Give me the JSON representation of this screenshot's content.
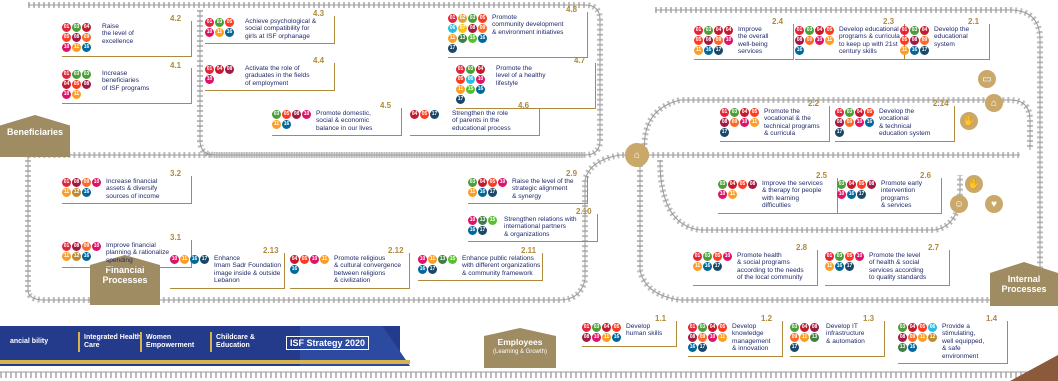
{
  "colors": {
    "accent": "#b08a3c",
    "navy": "#1f2a6b",
    "train": "#243a8a",
    "station": "#a08c63"
  },
  "sdg_colors": {
    "01": "#e5243b",
    "02": "#dda63a",
    "03": "#4c9f38",
    "04": "#c5192d",
    "05": "#ff3a21",
    "06": "#26bde2",
    "07": "#fcc30b",
    "08": "#a21942",
    "09": "#fd6925",
    "10": "#dd1367",
    "11": "#fd9d24",
    "12": "#bf8b2e",
    "13": "#3f7e44",
    "15": "#56c02b",
    "16": "#00689d",
    "17": "#19486a"
  },
  "stations": {
    "beneficiaries": "Beneficiaries",
    "financial": "Financial Processes",
    "employees": "Employees",
    "employees_sub": "(Learning & Growth)",
    "internal": "Internal Processes"
  },
  "train": {
    "cars": [
      "ancial bility",
      "Integrated Health Care",
      "Women Empowerment",
      "Childcare & Education"
    ],
    "engine": "ISF Strategy 2020"
  },
  "icons": [
    "book-icon",
    "family-icon",
    "care-icon",
    "hands-icon",
    "health-icon",
    "people-icon",
    "bank-icon"
  ],
  "objectives": [
    {
      "id": "4.2",
      "text": "Raise\nthe level of\nexcellence",
      "sdgs": [
        "01",
        "03",
        "04",
        "05",
        "08",
        "09",
        "10",
        "11",
        "16"
      ]
    },
    {
      "id": "4.1",
      "text": "Increase\nbeneficiaries\nof ISF programs",
      "sdgs": [
        "01",
        "03",
        "03",
        "04",
        "05",
        "08",
        "10",
        "11"
      ]
    },
    {
      "id": "4.3",
      "text": "Achieve psychological &\nsocial compatibility for\ngirls at ISF orphanage",
      "sdgs": [
        "01",
        "03",
        "05",
        "10",
        "11",
        "16"
      ]
    },
    {
      "id": "4.4",
      "text": "Activate the role of\ngraduates in the fields\nof employment",
      "sdgs": [
        "01",
        "04",
        "08",
        "10"
      ]
    },
    {
      "id": "4.5",
      "text": "Promote domestic,\nsocial & economic\nbalance in our lives",
      "sdgs": [
        "03",
        "05",
        "08",
        "10",
        "11",
        "16"
      ]
    },
    {
      "id": "4.6",
      "text": "Strengthen the role\nof parents in the\neducational process",
      "sdgs": [
        "04",
        "05",
        "17"
      ]
    },
    {
      "id": "4.8",
      "text": "Promote\ncommunity development\n& environment initiatives",
      "sdgs": [
        "01",
        "02",
        "03",
        "05",
        "06",
        "07",
        "08",
        "09",
        "11",
        "13",
        "15",
        "16",
        "17"
      ]
    },
    {
      "id": "4.7",
      "text": "Promote the\nlevel of a healthy\nlifestyle",
      "sdgs": [
        "01",
        "03",
        "04",
        "05",
        "06",
        "10",
        "11",
        "15",
        "16",
        "17"
      ]
    },
    {
      "id": "2.4",
      "text": "Improve\nthe overall\nwell-being\nservices",
      "sdgs": [
        "01",
        "03",
        "04",
        "04",
        "05",
        "08",
        "09",
        "10",
        "11",
        "16",
        "17"
      ]
    },
    {
      "id": "2.3",
      "text": "Develop educational\nprograms & curricula\nto keep up with 21st\ncentury skills",
      "sdgs": [
        "01",
        "03",
        "04",
        "05",
        "08",
        "09",
        "10",
        "11",
        "16"
      ]
    },
    {
      "id": "2.1",
      "text": "Develop the\neducational\nsystem",
      "sdgs": [
        "01",
        "03",
        "04",
        "05",
        "08",
        "09",
        "11",
        "16",
        "17"
      ]
    },
    {
      "id": "2.2",
      "text": "Promote the\nvocational & the\ntechnical programs\n& curricula",
      "sdgs": [
        "01",
        "03",
        "04",
        "05",
        "08",
        "09",
        "10",
        "11",
        "17"
      ]
    },
    {
      "id": "2.14",
      "text": "Develop the\nvocational\n& technical\neducation system",
      "sdgs": [
        "01",
        "03",
        "04",
        "05",
        "08",
        "09",
        "10",
        "16",
        "17"
      ]
    },
    {
      "id": "3.2",
      "text": "Increase financial\nassets & diversify\nsources of income",
      "sdgs": [
        "01",
        "08",
        "09",
        "10",
        "11",
        "12",
        "16"
      ]
    },
    {
      "id": "3.1",
      "text": "Improve financial\nplanning & rationalize\nspending",
      "sdgs": [
        "01",
        "08",
        "09",
        "10",
        "11",
        "12",
        "16"
      ]
    },
    {
      "id": "2.9",
      "text": "Raise the level of the\nstrategic alignment\n& synergy",
      "sdgs": [
        "03",
        "04",
        "05",
        "10",
        "11",
        "16",
        "17"
      ]
    },
    {
      "id": "2.10",
      "text": "Strengthen relations with\ninternational partners\n& organizations",
      "sdgs": [
        "10",
        "13",
        "15",
        "16",
        "17"
      ]
    },
    {
      "id": "2.5",
      "text": "Improve the services\n& therapy for people\nwith learning\ndifficulties",
      "sdgs": [
        "03",
        "04",
        "05",
        "08",
        "10",
        "11"
      ]
    },
    {
      "id": "2.6",
      "text": "Promote early\nintervention\nprograms\n& services",
      "sdgs": [
        "03",
        "04",
        "05",
        "08",
        "10",
        "16",
        "17"
      ]
    },
    {
      "id": "2.13",
      "text": "Enhance\nImam Sadr Foundation\nimage inside & outside\nLebanon",
      "sdgs": [
        "10",
        "11",
        "16",
        "17"
      ]
    },
    {
      "id": "2.12",
      "text": "Promote religious\n& cultural convergence\nbetween religions\n& civilization",
      "sdgs": [
        "04",
        "05",
        "10",
        "11",
        "16"
      ]
    },
    {
      "id": "2.11",
      "text": "Enhance public relations\nwith different organizations\n& community framework",
      "sdgs": [
        "10",
        "11",
        "13",
        "15",
        "16",
        "17"
      ]
    },
    {
      "id": "2.8",
      "text": "Promote health\n& social programs\naccording to the needs\nof the local community",
      "sdgs": [
        "01",
        "03",
        "05",
        "10",
        "11",
        "16",
        "17"
      ]
    },
    {
      "id": "2.7",
      "text": "Promote  the level\nof health & social\nservices according\nto quality standards",
      "sdgs": [
        "01",
        "03",
        "05",
        "10",
        "11",
        "16",
        "17"
      ]
    },
    {
      "id": "1.1",
      "text": "Develop\nhuman skills",
      "sdgs": [
        "01",
        "03",
        "04",
        "05",
        "08",
        "10",
        "11",
        "16"
      ]
    },
    {
      "id": "1.2",
      "text": "Develop\nknowledge\nmanagement\n& innovation",
      "sdgs": [
        "01",
        "03",
        "04",
        "05",
        "08",
        "09",
        "10",
        "11",
        "16",
        "17"
      ]
    },
    {
      "id": "1.3",
      "text": "Develop IT\ninfrastructure\n& automation",
      "sdgs": [
        "03",
        "04",
        "08",
        "09",
        "11",
        "13",
        "17"
      ]
    },
    {
      "id": "1.4",
      "text": "Provide a\nstimulating,\nwell equipped,\n& safe\nenvironment",
      "sdgs": [
        "03",
        "04",
        "05",
        "06",
        "08",
        "09",
        "11",
        "12",
        "13",
        "16"
      ]
    }
  ]
}
